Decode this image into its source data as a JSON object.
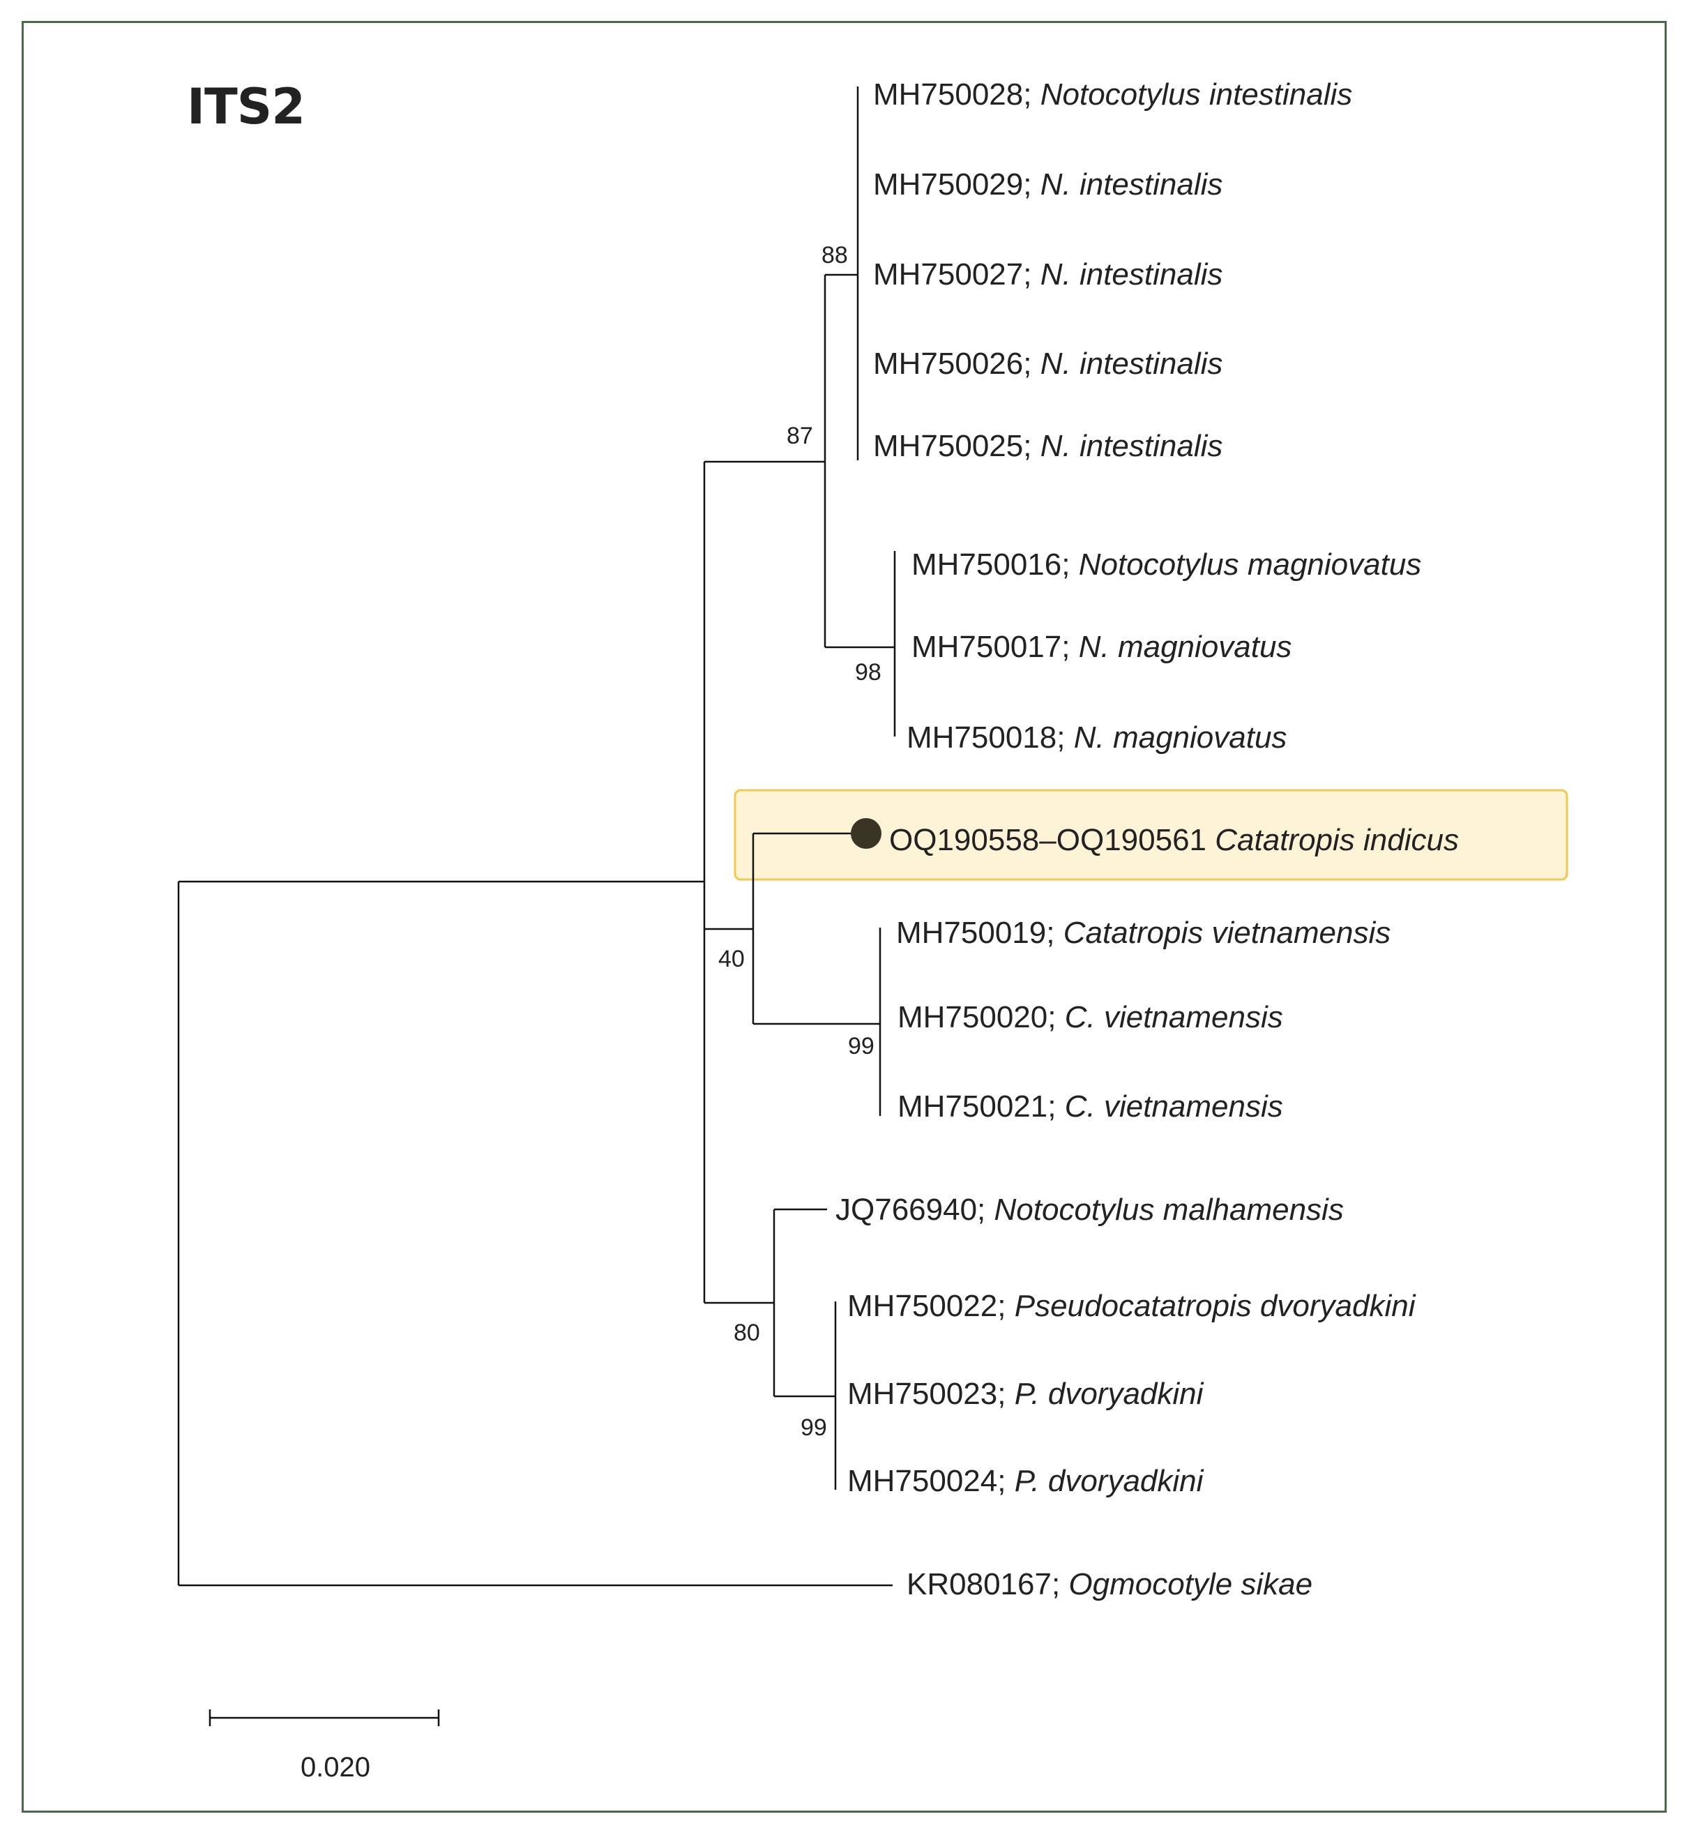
{
  "title": "ITS2",
  "colors": {
    "frame": "#4a6a4a",
    "highlight_fill": "#fdf3d6",
    "highlight_border": "#f2c94c",
    "marker": "#3a3424"
  },
  "highlight_marker": "filled-circle",
  "taxa": [
    {
      "acc": "MH750028;",
      "species": "Notocotylus intestinalis"
    },
    {
      "acc": "MH750029;",
      "species": "N. intestinalis"
    },
    {
      "acc": "MH750027;",
      "species": "N. intestinalis"
    },
    {
      "acc": "MH750026;",
      "species": "N. intestinalis"
    },
    {
      "acc": "MH750025;",
      "species": "N. intestinalis"
    },
    {
      "acc": "MH750016;",
      "species": "Notocotylus magniovatus"
    },
    {
      "acc": "MH750017;",
      "species": "N. magniovatus"
    },
    {
      "acc": "MH750018;",
      "species": "N. magniovatus"
    },
    {
      "acc": "OQ190558–OQ190561",
      "species": "Catatropis indicus"
    },
    {
      "acc": "MH750019;",
      "species": "Catatropis vietnamensis"
    },
    {
      "acc": "MH750020;",
      "species": "C. vietnamensis"
    },
    {
      "acc": "MH750021;",
      "species": "C. vietnamensis"
    },
    {
      "acc": "JQ766940;",
      "species": "Notocotylus malhamensis"
    },
    {
      "acc": "MH750022;",
      "species": "Pseudocatatropis dvoryadkini"
    },
    {
      "acc": "MH750023;",
      "species": "P. dvoryadkini"
    },
    {
      "acc": "MH750024;",
      "species": "P. dvoryadkini"
    },
    {
      "acc": "KR080167;",
      "species": "Ogmocotyle sikae"
    }
  ],
  "bootstrap": {
    "n_intestinalis": "88",
    "notocotylus": "87",
    "n_magniovatus": "98",
    "catatropis": "40",
    "c_vietnamensis": "99",
    "malhamensis_pseudo": "80",
    "p_dvoryadkini": "99"
  },
  "scale_bar": {
    "label": "0.020"
  }
}
